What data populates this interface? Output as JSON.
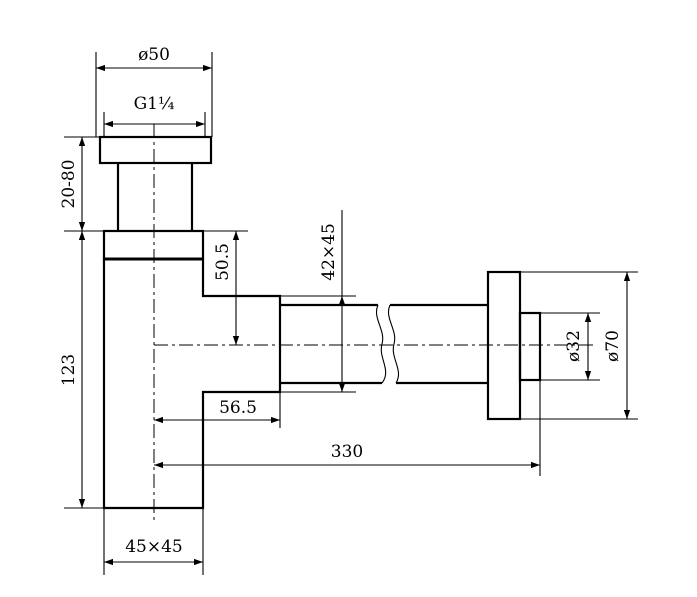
{
  "dimensions": {
    "top_diameter": "ø50",
    "thread": "G1¼",
    "height_range": "20-80",
    "total_height": "123",
    "outlet_offset": "50.5",
    "pipe_section": "42×45",
    "body_section_bottom": "45×45",
    "centre_to_body": "56.5",
    "total_length": "330",
    "pipe_diameter": "ø32",
    "flange_diameter": "ø70"
  }
}
